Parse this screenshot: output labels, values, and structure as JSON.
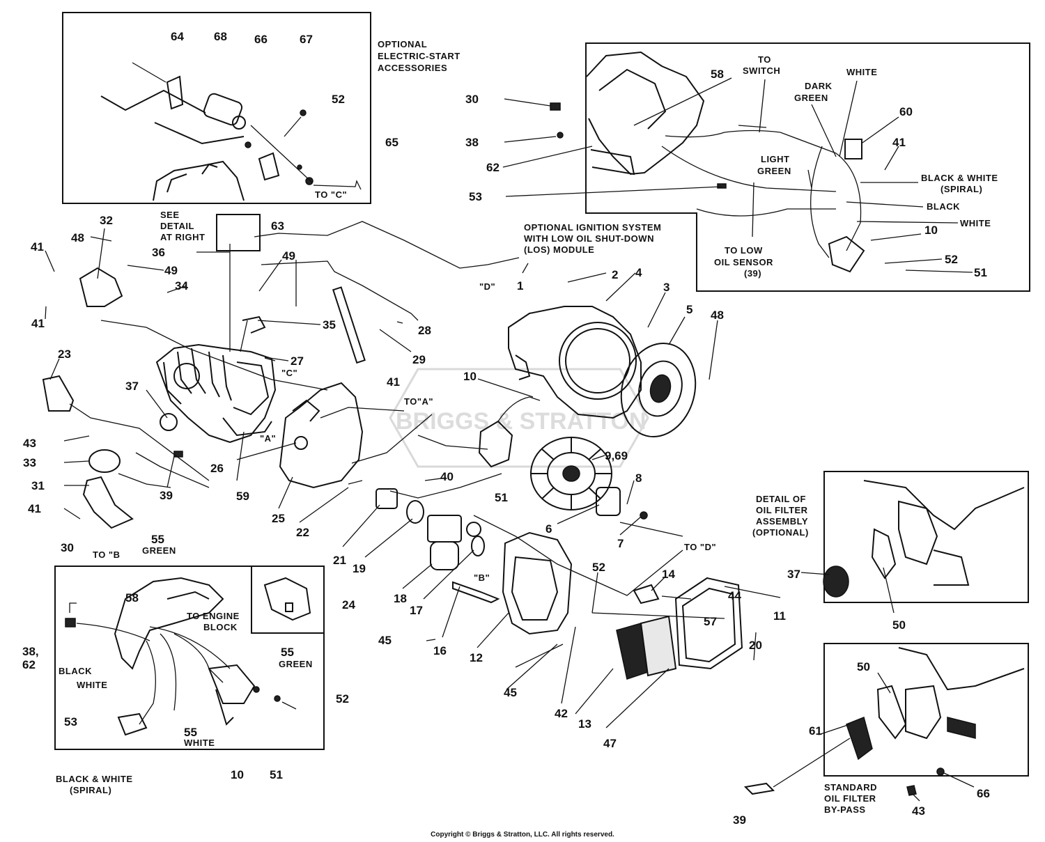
{
  "parts": {
    "p1": "1",
    "p2": "2",
    "p3": "3",
    "p4": "4",
    "p5": "5",
    "p6": "6",
    "p7": "7",
    "p8": "8",
    "p9": "9,69",
    "p10a": "10",
    "p10b": "10",
    "p10c": "10",
    "p11": "11",
    "p12": "12",
    "p13": "13",
    "p14": "14",
    "p16": "16",
    "p17": "17",
    "p18": "18",
    "p19": "19",
    "p20": "20",
    "p21": "21",
    "p22": "22",
    "p23": "23",
    "p24": "24",
    "p25": "25",
    "p26": "26",
    "p27": "27",
    "p28": "28",
    "p29": "29",
    "p30a": "30",
    "p30b": "30",
    "p31": "31",
    "p32": "32",
    "p33": "33",
    "p34": "34",
    "p35": "35",
    "p36": "36",
    "p37a": "37",
    "p37b": "37",
    "p38a": "38",
    "p38b": "38,",
    "p62b": "62",
    "p39a": "39",
    "p39b": "39",
    "p40": "40",
    "p41a": "41",
    "p41b": "41",
    "p41c": "41",
    "p41d": "41",
    "p41e": "41",
    "p42": "42",
    "p43a": "43",
    "p43b": "43",
    "p44": "44",
    "p45a": "45",
    "p45b": "45",
    "p47": "47",
    "p48a": "48",
    "p48b": "48",
    "p49a": "49",
    "p49b": "49",
    "p50a": "50",
    "p50b": "50",
    "p51a": "51",
    "p51b": "51",
    "p51c": "51",
    "p52a": "52",
    "p52b": "52",
    "p52c": "52",
    "p52d": "52",
    "p53a": "53",
    "p53b": "53",
    "p55a": "55",
    "p55b": "55",
    "p55c": "55",
    "p57": "57",
    "p58a": "58",
    "p58b": "58",
    "p59": "59",
    "p60": "60",
    "p61": "61",
    "p62a": "62",
    "p63": "63",
    "p64": "64",
    "p65": "65",
    "p66a": "66",
    "p66b": "66",
    "p67": "67",
    "p68": "68"
  },
  "labels": {
    "electric_start_1": "OPTIONAL",
    "electric_start_2": "ELECTRIC-START",
    "electric_start_3": "ACCESSORIES",
    "to_c_box": "TO \"C\"",
    "see_detail_1": "SEE",
    "see_detail_2": "DETAIL",
    "see_detail_3": "AT RIGHT",
    "ignition_1": "OPTIONAL IGNITION SYSTEM",
    "ignition_2": "WITH LOW OIL SHUT-DOWN",
    "ignition_3": "(LOS) MODULE",
    "to_switch_1": "TO",
    "to_switch_2": "SWITCH",
    "dark_green_1": "DARK",
    "dark_green_2": "GREEN",
    "white_top": "WHITE",
    "light_green_1": "LIGHT",
    "light_green_2": "GREEN",
    "bw_spiral_r1": "BLACK & WHITE",
    "bw_spiral_r2": "(SPIRAL)",
    "black_r": "BLACK",
    "white_r": "WHITE",
    "low_oil_1": "TO LOW",
    "low_oil_2": "OIL SENSOR",
    "low_oil_3": "(39)",
    "d_label": "\"D\"",
    "c_label": "\"C\"",
    "a_label": "\"A\"",
    "to_a": "TO\"A\"",
    "to_d": "TO \"D\"",
    "b_label": "\"B\"",
    "to_b": "TO \"B",
    "green_1": "GREEN",
    "green_2": "GREEN",
    "to_engine_1": "TO ENGINE",
    "to_engine_2": "BLOCK",
    "black_l": "BLACK",
    "white_l": "WHITE",
    "white_55": "WHITE",
    "bw_spiral_l1": "BLACK & WHITE",
    "bw_spiral_l2": "(SPIRAL)",
    "oil_detail_1": "DETAIL OF",
    "oil_detail_2": "OIL FILTER",
    "oil_detail_3": "ASSEMBLY",
    "oil_detail_4": "(OPTIONAL)",
    "standard_1": "STANDARD",
    "standard_2": "OIL FILTER",
    "standard_3": "BY-PASS",
    "watermark": "BRIGGS & STRATTON"
  },
  "copyright": "Copyright © Briggs & Stratton, LLC. All rights reserved."
}
